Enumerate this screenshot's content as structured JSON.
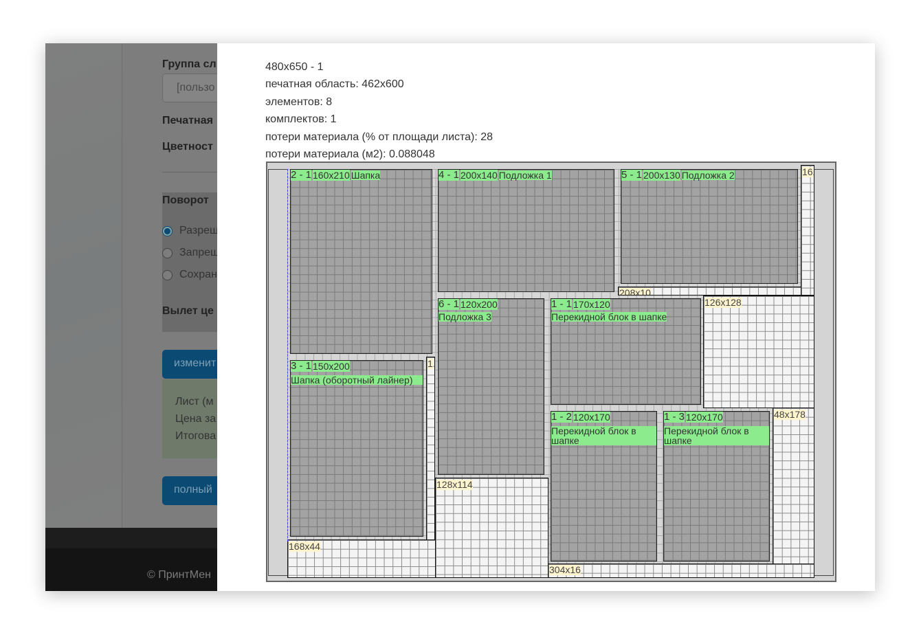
{
  "background_form": {
    "group_label": "Группа сл",
    "group_input_value": "[пользо",
    "print_label": "Печатная",
    "color_label": "Цветност",
    "rotation_label": "Поворот",
    "rotation_options": [
      {
        "label": "Разреш",
        "checked": true
      },
      {
        "label": "Запрещ",
        "checked": false
      },
      {
        "label": "Сохран",
        "checked": false
      }
    ],
    "bleed_label": "Вылет це",
    "change_button": "изменит",
    "summary_lines": [
      "Лист (м",
      "Цена за",
      "Итогова"
    ],
    "full_button": "полный",
    "footer": "© ПринтМен"
  },
  "modal": {
    "info_lines": [
      "480x650 - 1",
      "печатная область: 462x600",
      "элементов: 8",
      "комплектов: 1",
      "потери материала (% от площади листа): 28",
      "потери материала (м2): 0.088048"
    ],
    "items": [
      {
        "id": "2 - 1",
        "size": "160x210",
        "name": "Шапка"
      },
      {
        "id": "4 - 1",
        "size": "200x140",
        "name": "Подложка 1"
      },
      {
        "id": "5 - 1",
        "size": "200x130",
        "name": "Подложка 2"
      },
      {
        "id": "6 - 1",
        "size": "120x200",
        "name": "Подложка 3"
      },
      {
        "id": "1 - 1",
        "size": "170x120",
        "name": "Перекидной блок в шапке"
      },
      {
        "id": "3 - 1",
        "size": "150x200",
        "name": "Шапка (оборотный лайнер)"
      },
      {
        "id": "1 - 2",
        "size": "120x170",
        "name": "Перекидной блок в шапке"
      },
      {
        "id": "1 - 3",
        "size": "120x170",
        "name": "Перекидной блок в шапке"
      }
    ],
    "waste": [
      "16",
      "208x10",
      "126x128",
      "48x178",
      "1",
      "128x114",
      "168x44",
      "304x16"
    ]
  }
}
